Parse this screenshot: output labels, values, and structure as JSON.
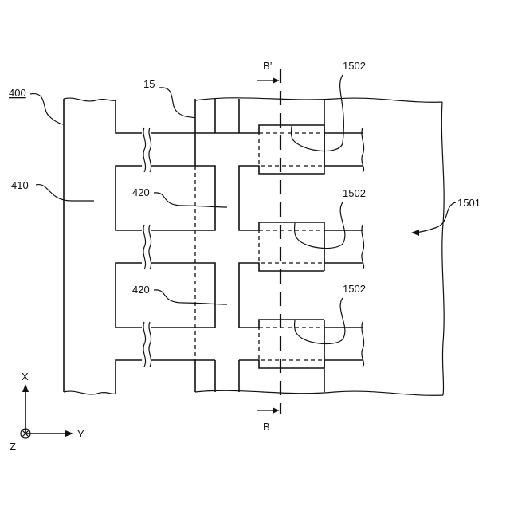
{
  "figure": {
    "labels": {
      "ref_400": "400",
      "ref_410": "410",
      "ref_15": "15",
      "ref_420_a": "420",
      "ref_420_b": "420",
      "ref_1502_a": "1502",
      "ref_1502_b": "1502",
      "ref_1502_c": "1502",
      "ref_1501": "1501",
      "section_top": "B’",
      "section_bottom": "B"
    },
    "axes": {
      "x_label": "X",
      "y_label": "Y",
      "z_label": "Z",
      "z_symbol": "circle-cross-icon"
    }
  }
}
